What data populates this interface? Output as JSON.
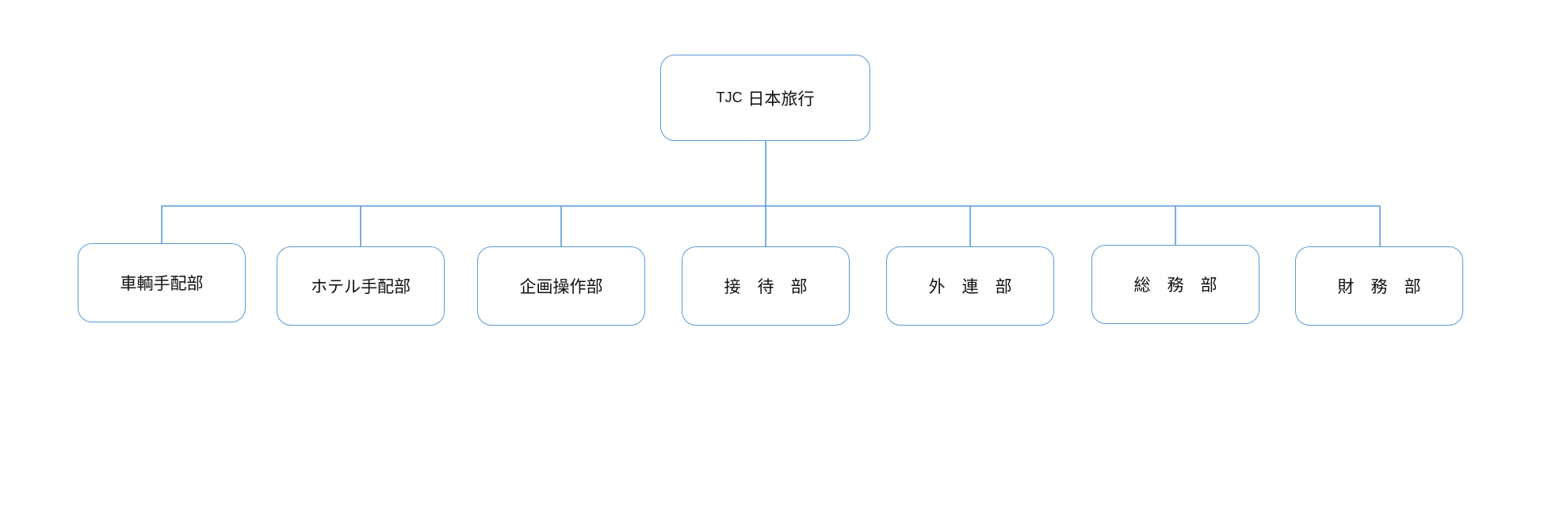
{
  "diagram": {
    "root": {
      "latin": "TJC",
      "label": "日本旅行"
    },
    "departments": [
      {
        "label": "車輌手配部"
      },
      {
        "label": "ホテル手配部"
      },
      {
        "label": "企画操作部"
      },
      {
        "label": "接　待　部"
      },
      {
        "label": "外　連　部"
      },
      {
        "label": "総　務　部"
      },
      {
        "label": "財　務　部"
      }
    ]
  },
  "colors": {
    "connector": "#5b9bd5",
    "box_border": "#5b9bd5",
    "text": "#111111",
    "background": "#ffffff"
  }
}
